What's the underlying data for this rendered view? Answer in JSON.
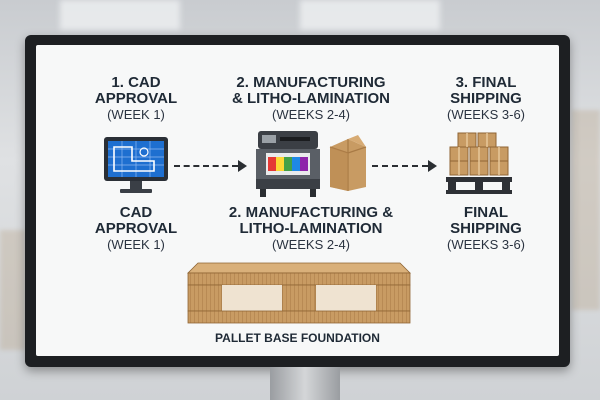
{
  "steps_top": [
    {
      "title_lines": [
        "1. CAD",
        "APPROVAL"
      ],
      "sub": "(WEEK 1)"
    },
    {
      "title_lines": [
        "2. MANUFACTURING",
        "& LITHO-LAMINATION"
      ],
      "sub": "(WEEKS 2-4)"
    },
    {
      "title_lines": [
        "3. FINAL",
        "SHIPPING"
      ],
      "sub": "(WEEKS 3-6)"
    }
  ],
  "steps_bottom": [
    {
      "title_lines": [
        "CAD",
        "APPROVAL"
      ],
      "sub": "(WEEK 1)"
    },
    {
      "title_lines": [
        "2. MANUFACTURING &",
        "LITHO-LAMINATION"
      ],
      "sub": "(WEEKS 2-4)"
    },
    {
      "title_lines": [
        "FINAL",
        "SHIPPING"
      ],
      "sub": "(WEEKS 3-6)"
    }
  ],
  "icons": [
    "blueprint-monitor-icon",
    "printer-icon",
    "cardboard-box-icon",
    "pallet-boxes-icon"
  ],
  "pallet": {
    "label": "PALLET BASE FOUNDATION"
  },
  "colors": {
    "dark": "#1f2a36",
    "cardboard": "#c89b63",
    "screen": "#f7f8f8",
    "blueprint": "#1e6fd0"
  }
}
